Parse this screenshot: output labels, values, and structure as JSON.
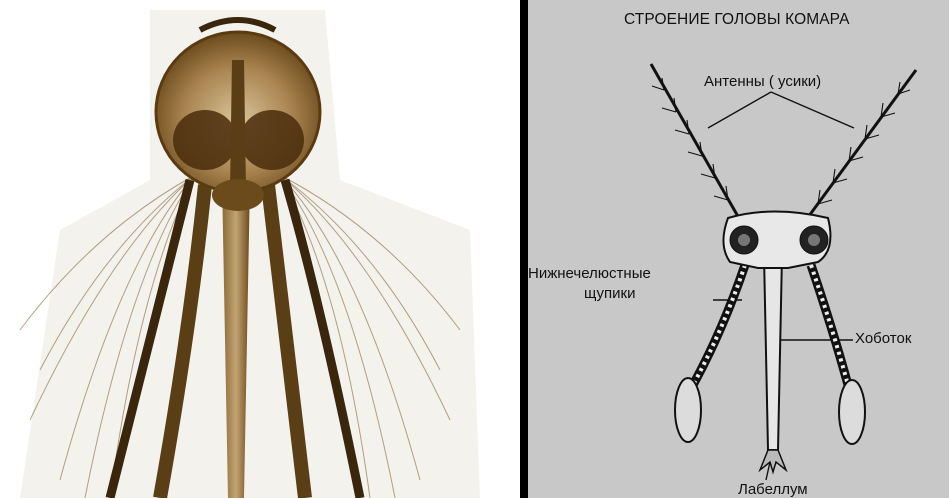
{
  "diagram": {
    "title": "СТРОЕНИЕ ГОЛОВЫ КОМАРА",
    "labels": {
      "antennae": "Антенны ( усики)",
      "palps_line1": "Нижнечелюстные",
      "palps_line2": "щупики",
      "proboscis": "Хоботок",
      "labellum": "Лабеллум"
    }
  },
  "colors": {
    "diagram_background": "#c8c8c8",
    "divider": "#000000",
    "photo_brown": "#6b4a1c",
    "photo_dark": "#2e1d08"
  }
}
